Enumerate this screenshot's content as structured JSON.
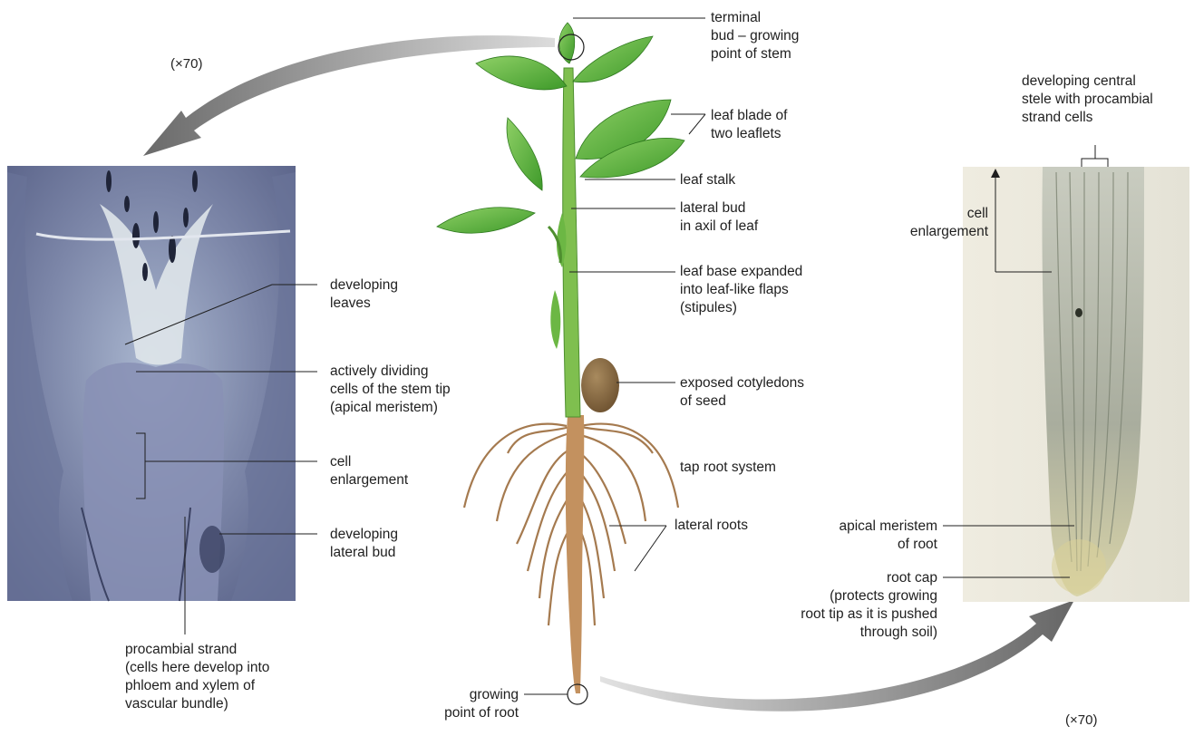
{
  "magnification_top": "(×70)",
  "magnification_bottom": "(×70)",
  "labels": {
    "terminal_bud": "terminal\nbud – growing\npoint of stem",
    "leaf_blade": "leaf blade of\ntwo leaflets",
    "leaf_stalk": "leaf stalk",
    "lateral_bud": "lateral bud\nin axil of leaf",
    "leaf_base": "leaf base expanded\ninto leaf-like flaps\n(stipules)",
    "cotyledons": "exposed cotyledons\nof seed",
    "tap_root": "tap root system",
    "lateral_roots": "lateral roots",
    "growing_point_root": "growing\npoint of root",
    "developing_leaves": "developing\nleaves",
    "actively_dividing": "actively dividing\ncells of the stem tip\n(apical meristem)",
    "cell_enlargement_stem": "cell\nenlargement",
    "developing_lateral_bud": "developing\nlateral bud",
    "procambial_strand": "procambial strand\n(cells here develop into\nphloem and xylem of\nvascular bundle)",
    "developing_stele": "developing central\nstele with procambial\nstrand cells",
    "cell_enlargement_root": "cell\nenlargement",
    "apical_meristem_root": "apical meristem\nof root",
    "root_cap": "root cap\n(protects growing\nroot tip as it is pushed\nthrough soil)"
  },
  "colors": {
    "leaf": "#5cb83a",
    "stem": "#8cc85a",
    "root": "#b5875a",
    "seed": "#8a6a42",
    "stem_micrograph": "#7c86a8",
    "root_micrograph": "#e6e4d0",
    "arrow": "#777777"
  }
}
